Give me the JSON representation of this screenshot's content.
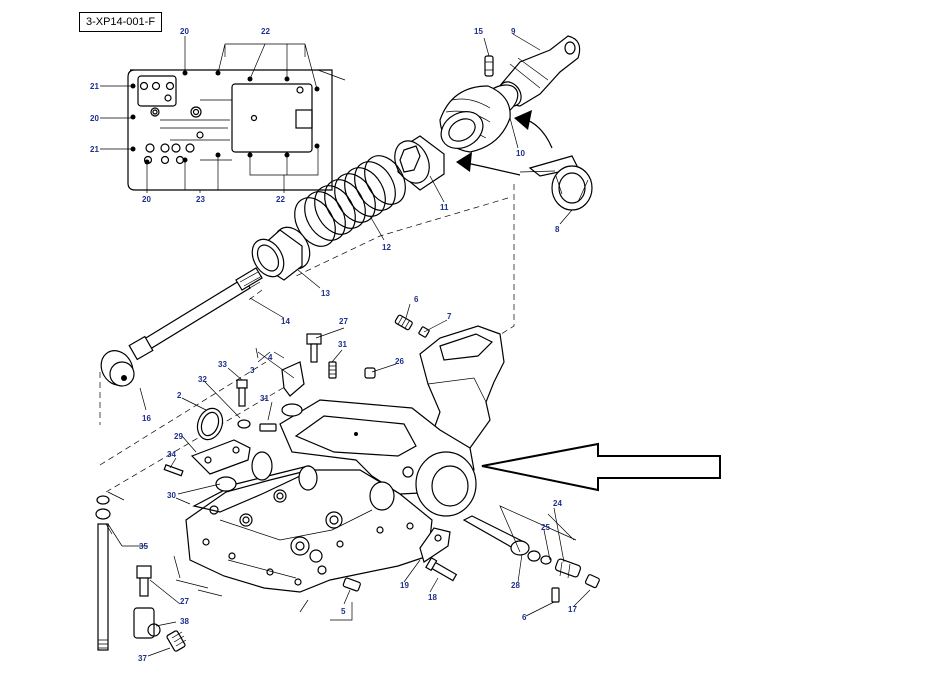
{
  "diagram_code": "3-XP14-001-F",
  "callouts": {
    "c2": "2",
    "c3": "3",
    "c4": "4",
    "c5": "5",
    "c6a": "6",
    "c6b": "6",
    "c7": "7",
    "c8": "8",
    "c9": "9",
    "c10": "10",
    "c11": "11",
    "c12": "12",
    "c13": "13",
    "c14": "14",
    "c15": "15",
    "c16": "16",
    "c17": "17",
    "c18": "18",
    "c19": "19",
    "c20a": "20",
    "c20b": "20",
    "c20c": "20",
    "c21a": "21",
    "c21b": "21",
    "c22a": "22",
    "c22b": "22",
    "c23": "23",
    "c24": "24",
    "c25": "25",
    "c26": "26",
    "c27a": "27",
    "c27b": "27",
    "c28": "28",
    "c29": "29",
    "c30": "30",
    "c31a": "31",
    "c31b": "31",
    "c32": "32",
    "c33": "33",
    "c34": "34",
    "c35": "35",
    "c37": "37",
    "c38": "38"
  }
}
